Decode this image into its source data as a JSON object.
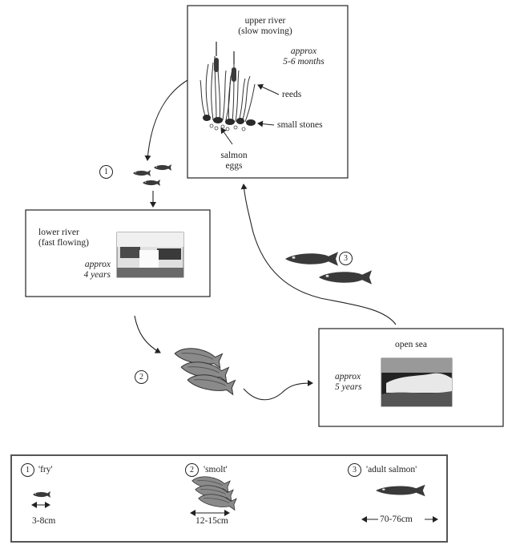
{
  "upper_river": {
    "title_line1": "upper river",
    "title_line2": "(slow moving)",
    "approx_line1": "approx",
    "approx_line2": "5-6 months",
    "reeds": "reeds",
    "small_stones": "small stones",
    "eggs_line1": "salmon",
    "eggs_line2": "eggs"
  },
  "lower_river": {
    "title_line1": "lower river",
    "title_line2": "(fast flowing)",
    "approx_line1": "approx",
    "approx_line2": "4 years"
  },
  "open_sea": {
    "title": "open sea",
    "approx_line1": "approx",
    "approx_line2": "5 years"
  },
  "stage_numbers": [
    "1",
    "2",
    "3"
  ],
  "legend": {
    "fry": {
      "number": "1",
      "name": "'fry'",
      "size": "3-8cm"
    },
    "smolt": {
      "number": "2",
      "name": "'smolt'",
      "size": "12-15cm"
    },
    "adult": {
      "number": "3",
      "name": "'adult salmon'",
      "size": "70-76cm"
    }
  },
  "colors": {
    "line": "#222222",
    "fish_dark": "#3a3a3a",
    "smolt_fill": "#8a8a8a",
    "legend_border": "#555555"
  }
}
